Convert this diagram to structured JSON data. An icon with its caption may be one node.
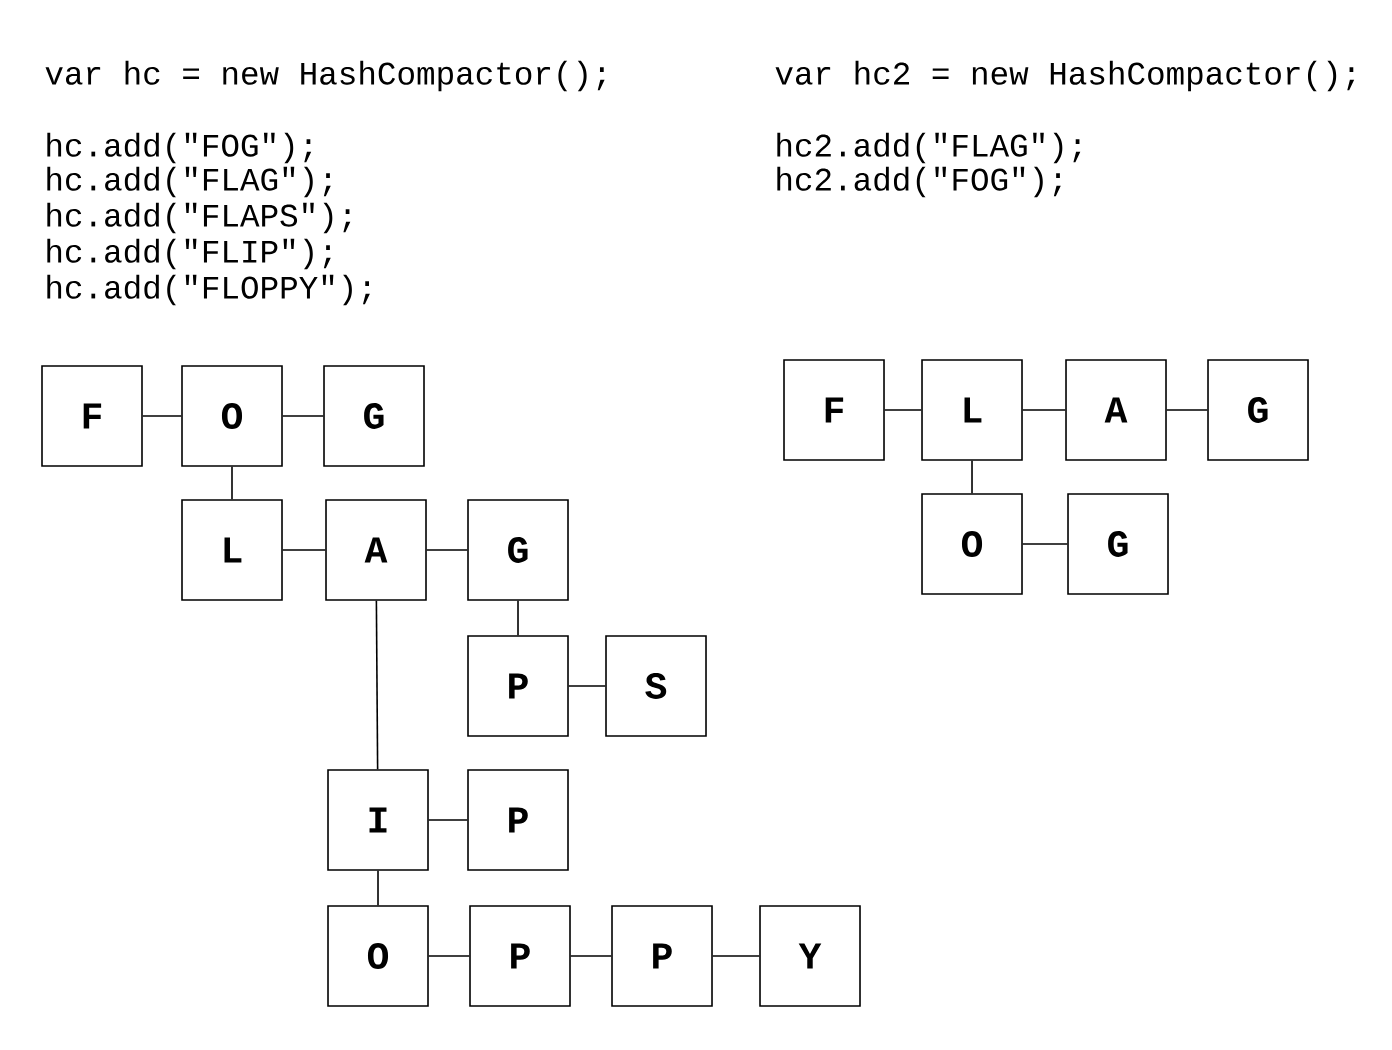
{
  "diagram": {
    "nodes": [
      {
        "text": [
          "F"
        ]
      },
      {
        "text": [
          "O"
        ]
      },
      {
        "text": [
          "G"
        ]
      },
      {
        "text": [
          "L"
        ]
      },
      {
        "text": [
          "A"
        ]
      },
      {
        "text": [
          "G"
        ]
      },
      {
        "text": [
          "P"
        ]
      },
      {
        "text": [
          "S"
        ]
      },
      {
        "text": [
          "I"
        ]
      },
      {
        "text": [
          "P"
        ]
      },
      {
        "text": [
          "O"
        ]
      },
      {
        "text": [
          "P"
        ]
      },
      {
        "text": [
          "P"
        ]
      },
      {
        "text": [
          "Y"
        ]
      },
      {
        "text": [
          "F"
        ]
      },
      {
        "text": [
          "L"
        ]
      },
      {
        "text": [
          "A"
        ]
      },
      {
        "text": [
          "G"
        ]
      },
      {
        "text": [
          "O"
        ]
      },
      {
        "text": [
          "G"
        ]
      }
    ],
    "edges": [
      {
        "from": 0,
        "to": 1,
        "arrow": "none"
      },
      {
        "from": 1,
        "to": 2,
        "arrow": "none"
      },
      {
        "from": 1,
        "to": 3,
        "arrow": "none"
      },
      {
        "from": 3,
        "to": 4,
        "arrow": "none"
      },
      {
        "from": 4,
        "to": 5,
        "arrow": "none"
      },
      {
        "from": 5,
        "to": 6,
        "arrow": "none"
      },
      {
        "from": 6,
        "to": 7,
        "arrow": "none"
      },
      {
        "from": 4,
        "to": 8,
        "arrow": "none"
      },
      {
        "from": 8,
        "to": 9,
        "arrow": "none"
      },
      {
        "from": 8,
        "to": 10,
        "arrow": "none"
      },
      {
        "from": 10,
        "to": 11,
        "arrow": "none"
      },
      {
        "from": 11,
        "to": 12,
        "arrow": "none"
      },
      {
        "from": 12,
        "to": 13,
        "arrow": "none"
      },
      {
        "from": 14,
        "to": 15,
        "arrow": "none"
      },
      {
        "from": 15,
        "to": 16,
        "arrow": "none"
      },
      {
        "from": 16,
        "to": 17,
        "arrow": "none"
      },
      {
        "from": 15,
        "to": 18,
        "arrow": "none"
      },
      {
        "from": 18,
        "to": 19,
        "arrow": "none"
      }
    ],
    "labels": [
      "var hc = new HashCompactor();",
      "hc.add(\"FOG\");",
      "hc.add(\"FLAG\");",
      "hc.add(\"FLAPS\");",
      "hc.add(\"FLIP\");",
      "hc.add(\"FLOPPY\");",
      "var hc2 = new HashCompactor();",
      "hc2.add(\"FLAG\");",
      "hc2.add(\"FOG\");"
    ]
  }
}
